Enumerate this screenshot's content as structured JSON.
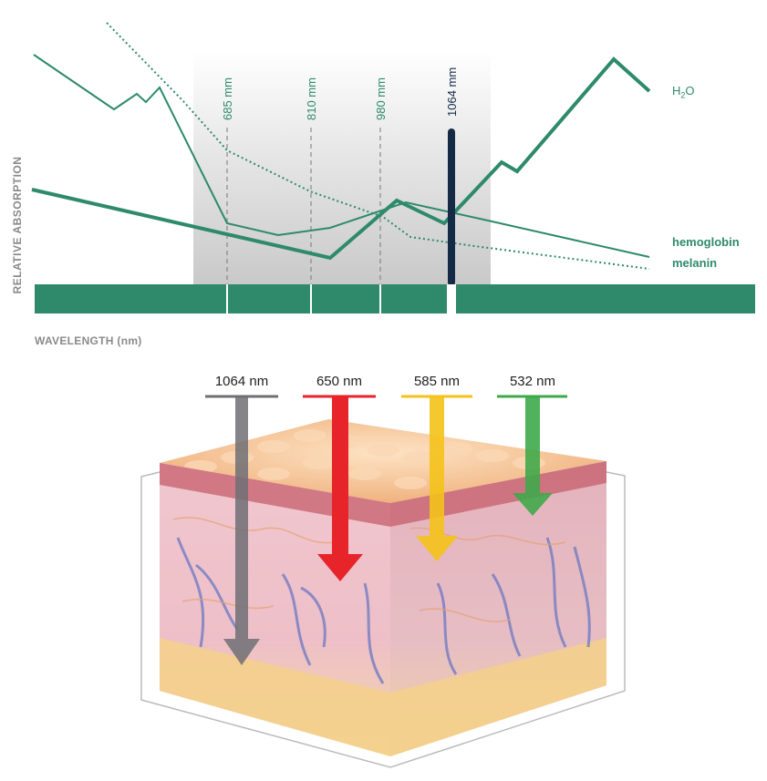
{
  "chart": {
    "ylabel": "RELATIVE ABSORPTION",
    "xlabel": "WAVELENGTH (nm)",
    "markers": [
      {
        "label": "685 mm",
        "dark": false
      },
      {
        "label": "810 mm",
        "dark": false
      },
      {
        "label": "980 mm",
        "dark": false
      },
      {
        "label": "1064 mm",
        "dark": true
      }
    ],
    "series_labels": {
      "water_main": "H",
      "water_sub": "2",
      "water_end": "O",
      "hemoglobin": "hemoglobin",
      "melanin": "melanin"
    },
    "colors": {
      "green": "#2e8a6a",
      "dark_marker": "#142a45",
      "band": "#2e8a6a"
    }
  },
  "chart_data": {
    "type": "line",
    "series": [
      {
        "name": "H2O"
      },
      {
        "name": "hemoglobin"
      },
      {
        "name": "melanin"
      }
    ],
    "wavelength_markers_nm": [
      685,
      810,
      980,
      1064
    ]
  },
  "diagram": {
    "lasers": [
      {
        "label": "1064 nm",
        "color": "#6f6f74"
      },
      {
        "label": "650 nm",
        "color": "#e8242b"
      },
      {
        "label": "585 nm",
        "color": "#f4c21a"
      },
      {
        "label": "532 nm",
        "color": "#3fa84a"
      }
    ]
  }
}
